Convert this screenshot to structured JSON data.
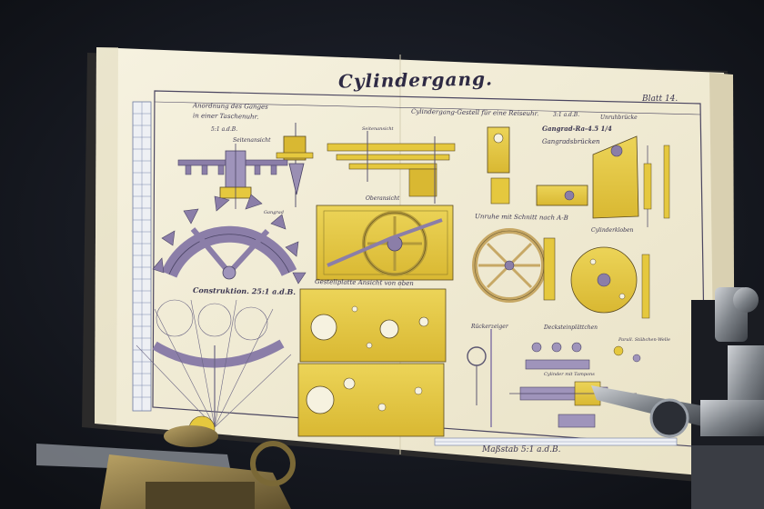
{
  "sheet": {
    "title": "Cylindergang.",
    "plate_number": "Blatt 14.",
    "scale_note": "Maßstab 5:1 a.d.B."
  },
  "labels": {
    "arrangement_1": "Anordnung des Ganges",
    "arrangement_2": "in einer Taschenuhr.",
    "arrangement_scale": "5:1 a.d.B.",
    "side_view": "Seitenansicht",
    "cylinder_frame": "Cylindergang-Gestell für eine Reiseuhr.",
    "frame_scale": "3:1 a.d.B.",
    "balance_bridge": "Unruhbrücke",
    "escape_wheel_spec": "Gangrad-Ra-4.5 1/4",
    "escape_bridges": "Gangradsbrücken",
    "side_view_2": "Seitenansicht",
    "top_view": "Oberansicht",
    "balance_section": "Unruhe mit Schnitt nach A-B",
    "cylinder_bridge": "Cylinderkloben",
    "construction": "Construktion. 25:1 a.d.B.",
    "frame_plate": "Gestellplatte Ansicht von oben",
    "regulator": "Rückerzeiger",
    "cap_jewels": "Decksteinplättchen",
    "cylinder_tampon": "Cylinder mit Tampons",
    "parallel_rods": "Parall. Stäbchen-Welle",
    "escape_wheel": "Gangrad"
  },
  "colors": {
    "paper": "#f1ecd6",
    "yellow": "#e5c83e",
    "violet": "#8b7ea8",
    "ink": "#3a3550",
    "background": "#15181f"
  }
}
